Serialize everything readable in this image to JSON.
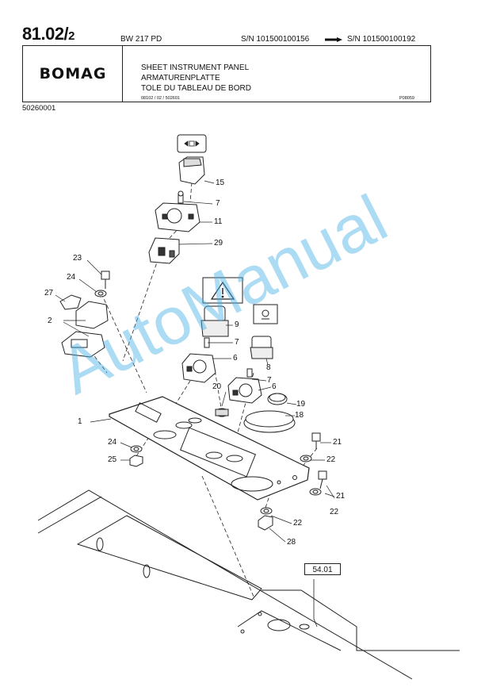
{
  "header": {
    "page_number": "81.02/",
    "page_sub": "2",
    "model": "BW 217 PD",
    "sn_from": "S/N 101500100156",
    "sn_to": "S/N 101500100192",
    "brand": "BOMAG",
    "titles": [
      "SHEET INSTRUMENT PANEL",
      "ARMATURENPLATTE",
      "TOLE DU TABLEAU DE BORD"
    ],
    "code_left": "08102 / 02 / 502601",
    "code_right": "P08059",
    "doc_number": "50260001"
  },
  "callouts": {
    "c1": "1",
    "c2": "2",
    "c6a": "6",
    "c6b": "6",
    "c7a": "7",
    "c7b": "7",
    "c7c": "7",
    "c8": "8",
    "c9": "9",
    "c11": "11",
    "c15": "15",
    "c18": "18",
    "c19": "19",
    "c20": "20",
    "c21a": "21",
    "c21b": "21",
    "c22a": "22",
    "c22b": "22",
    "c22c": "22",
    "c23": "23",
    "c24a": "24",
    "c24b": "24",
    "c25": "25",
    "c27": "27",
    "c28": "28",
    "c29": "29"
  },
  "reference_box": "54.01",
  "watermark": "AutoManual",
  "icons": [
    "warning-triangle-icon",
    "turn-signal-icon",
    "lamp-symbol-icon"
  ]
}
